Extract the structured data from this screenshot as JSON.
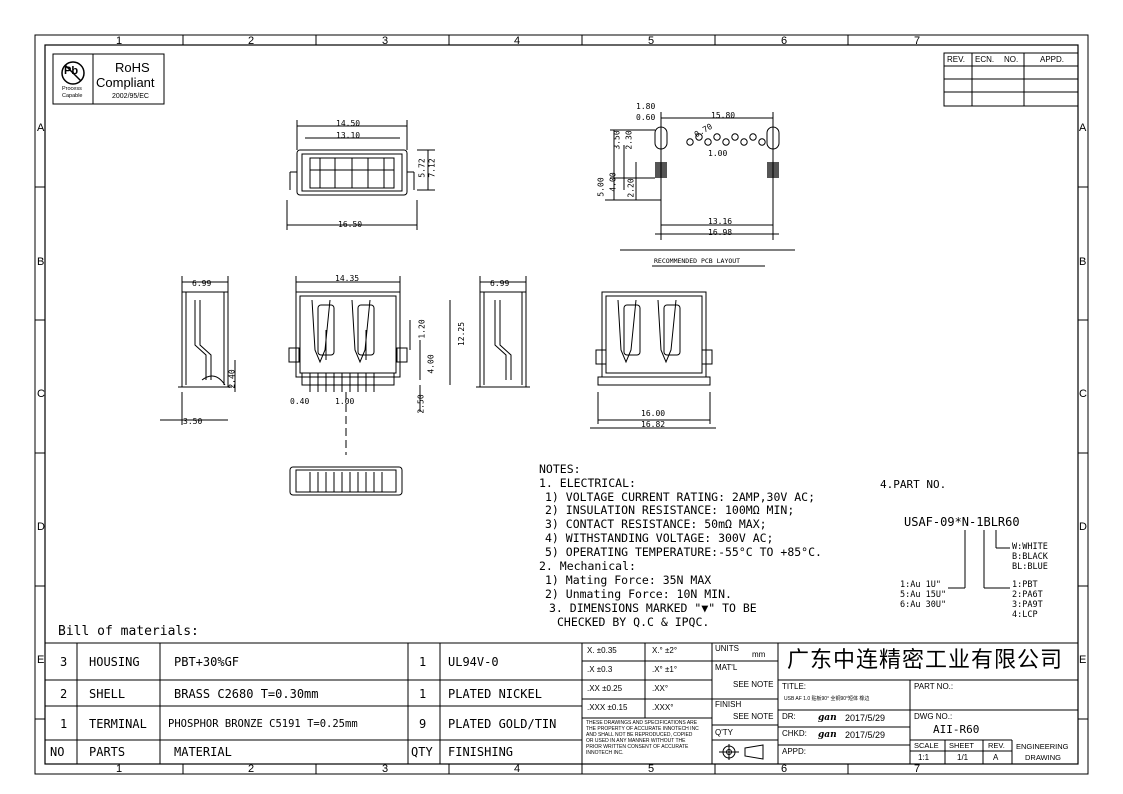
{
  "zones": {
    "columns": [
      "1",
      "2",
      "3",
      "4",
      "5",
      "6",
      "7"
    ],
    "rows": [
      "A",
      "B",
      "C",
      "D",
      "E"
    ]
  },
  "rohs": {
    "pb_symbol": "Pb",
    "pb_caption1": "Process",
    "pb_caption2": "Capable",
    "title1": "RoHS",
    "title2": "Compliant",
    "directive": "2002/95/EC"
  },
  "revision_table": {
    "headers": [
      "REV.",
      "ECN.",
      "NO.",
      "APPD."
    ]
  },
  "dimensions": {
    "top_view": [
      "14.50",
      "13.10",
      "16.50",
      "5.72",
      "7.12"
    ],
    "pcb_layout": [
      "1.80",
      "0.60",
      "15.80",
      "2.70",
      "3.50",
      "2.30",
      "1.00",
      "5.00",
      "4.00",
      "2.20",
      "13.16",
      "16.98"
    ],
    "side_left": [
      "6.99",
      "2.40",
      "3.50"
    ],
    "front_view": [
      "14.35",
      "0.40",
      "1.00",
      "1.20",
      "4.00",
      "12.25",
      "2.50"
    ],
    "side_right": [
      "6.99"
    ],
    "rear_view": [
      "16.00",
      "16.82"
    ],
    "pcb_diameter": "0.70"
  },
  "pcb_layout_title": "RECOMMENDED PCB LAYOUT",
  "notes": {
    "header": "NOTES:",
    "lines": [
      "1. ELECTRICAL:",
      "1) VOLTAGE CURRENT RATING: 2AMP,30V AC;",
      "2) INSULATION RESISTANCE: 100MΩ MIN;",
      "3) CONTACT RESISTANCE: 50mΩ MAX;",
      "4) WITHSTANDING VOLTAGE: 300V AC;",
      "5) OPERATING TEMPERATURE:-55°C TO +85°C.",
      "2. Mechanical:",
      "1) Mating Force: 35N MAX",
      "2) Unmating Force: 10N MIN.",
      "3. DIMENSIONS MARKED \"▼\" TO BE",
      "CHECKED BY Q.C & IPQC."
    ]
  },
  "part_no_section": {
    "header": "4.PART NO.",
    "code": "USAF-09*N-1BLR60",
    "color_options": [
      "W:WHITE",
      "B:BLACK",
      "BL:BLUE"
    ],
    "plating_options": [
      "1:Au 1U\"",
      "5:Au 15U\"",
      "6:Au 30U\""
    ],
    "material_options": [
      "1:PBT",
      "2:PA6T",
      "3:PA9T",
      "4:LCP"
    ]
  },
  "bom": {
    "title": "Bill of materials:",
    "headers": [
      "NO",
      "PARTS",
      "MATERIAL",
      "QTY",
      "FINISHING"
    ],
    "rows": [
      {
        "no": "3",
        "part": "HOUSING",
        "material": "PBT+30%GF",
        "qty": "1",
        "finish": "UL94V-0"
      },
      {
        "no": "2",
        "part": "SHELL",
        "material": "BRASS C2680 T=0.30mm",
        "qty": "1",
        "finish": "PLATED NICKEL"
      },
      {
        "no": "1",
        "part": "TERMINAL",
        "material": "PHOSPHOR BRONZE C5191 T=0.25mm",
        "qty": "9",
        "finish": "PLATED GOLD/TIN"
      }
    ]
  },
  "tolerances": {
    "rows": [
      [
        "X. ±0.35",
        "X.° ±2°"
      ],
      [
        ".X ±0.3",
        ".X° ±1°"
      ],
      [
        ".XX ±0.25",
        ".XX°"
      ],
      [
        ".XXX ±0.15",
        ".XXX°"
      ]
    ],
    "disclaimer": [
      "THESE DRAWINGS AND SPECIFICATIONS ARE",
      "THE PROPERTY OF ACCURATE INNOTECH INC",
      "AND SHALL NOT BE REPRODUCED, COPIED",
      "OR USED IN ANY MANNER WITHOUT THE",
      "PRIOR WRITTEN CONSENT OF ACCURATE",
      "INNOTECH INC."
    ]
  },
  "title_block": {
    "units_label": "UNITS",
    "units_value": "mm",
    "matl_label": "MAT'L",
    "matl_value": "SEE NOTE",
    "finish_label": "FINISH",
    "finish_value": "SEE NOTE",
    "qty_label": "Q'TY",
    "company": "广东中连精密工业有限公司",
    "title_label": "TITLE:",
    "title_value": "USB AF 1.0 贴板90° 全铜90°短体 橡边",
    "part_no_label": "PART NO.:",
    "dr_label": "DR:",
    "dr_name": "gan",
    "dr_date": "2017/5/29",
    "chkd_label": "CHKD:",
    "chkd_name": "gan",
    "chkd_date": "2017/5/29",
    "appd_label": "APPD:",
    "dwg_no_label": "DWG NO.:",
    "dwg_no_value": "AII-R60",
    "scale_label": "SCALE",
    "scale_value": "1:1",
    "sheet_label": "SHEET",
    "sheet_value": "1/1",
    "rev_label": "REV.",
    "rev_value": "A",
    "eng_drawing_1": "ENGINEERING",
    "eng_drawing_2": "DRAWING"
  }
}
